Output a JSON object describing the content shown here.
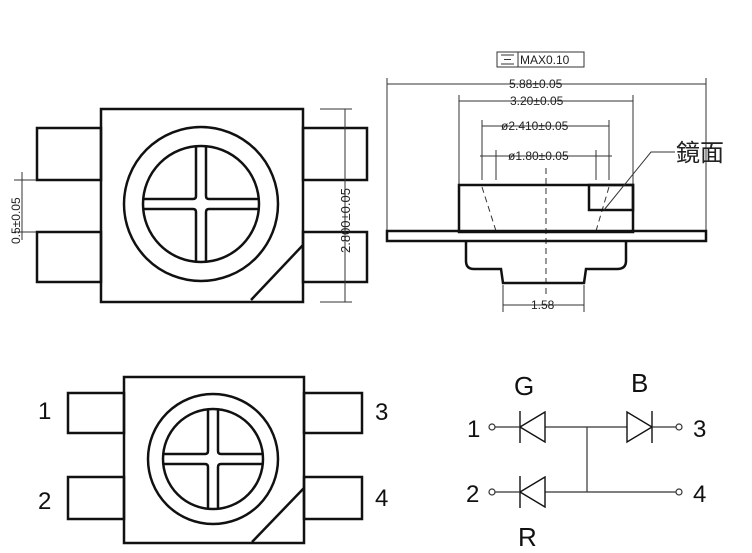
{
  "top_view": {
    "dim_pitch": "0.5±0.05",
    "dim_height": "2.800±0.05"
  },
  "side_view": {
    "flatness": "MAX0.10",
    "dim_total_width": "5.88±0.05",
    "dim_body_width": "3.20±0.05",
    "dim_outer_dia": "ø2.410±0.05",
    "dim_inner_dia": "ø1.80±0.05",
    "dim_bottom": "1.58",
    "callout_label": "鏡面"
  },
  "pinout": {
    "pin_1": "1",
    "pin_2": "2",
    "pin_3": "3",
    "pin_4": "4"
  },
  "schematic": {
    "label_g": "G",
    "label_b": "B",
    "label_r": "R",
    "pin_1": "1",
    "pin_2": "2",
    "pin_3": "3",
    "pin_4": "4"
  }
}
